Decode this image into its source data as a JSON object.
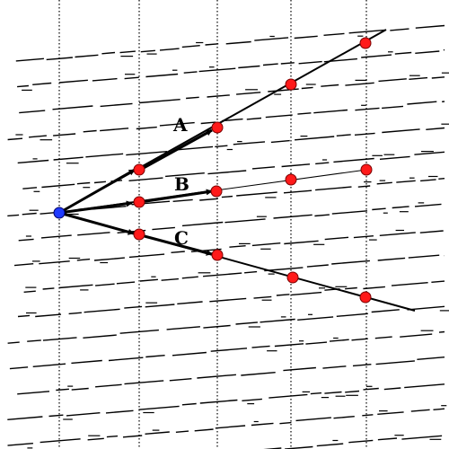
{
  "colors": {
    "background": "#ffffff",
    "line": "#000000",
    "origin_point": "#1f3bff",
    "sample_point": "#ff1a1a",
    "point_outline": "#7a0000"
  },
  "paths": [
    {
      "label": "A"
    },
    {
      "label": "B"
    },
    {
      "label": "C"
    }
  ]
}
